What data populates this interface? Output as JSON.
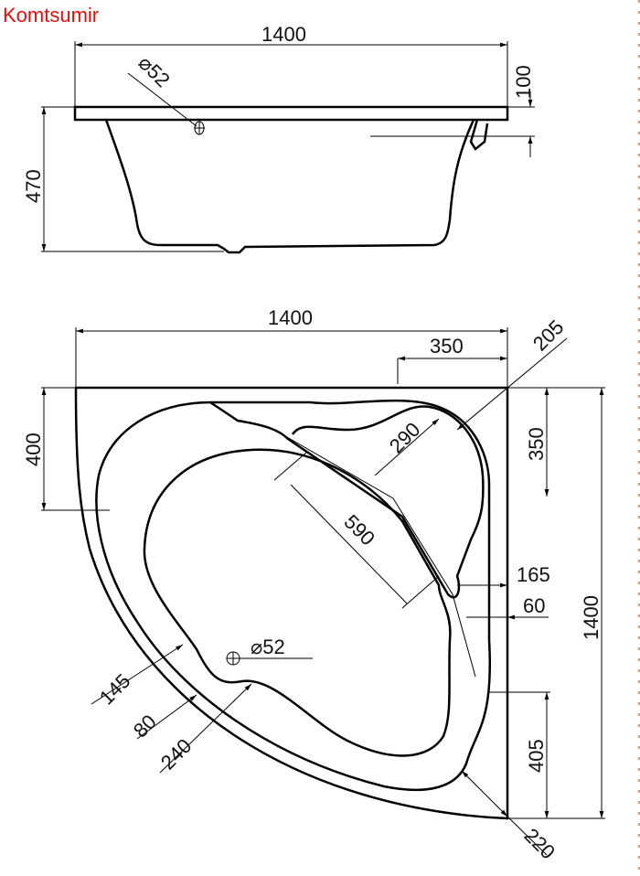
{
  "brand": "Komtsumir",
  "side_view": {
    "width": "1400",
    "rim_height": "100",
    "height": "470",
    "drain_diameter": "⌀52"
  },
  "plan_view": {
    "width": "1400",
    "height": "1400",
    "top_right_offset": "350",
    "corner_diagonal": "205",
    "left_offset": "400",
    "right_offset_top": "350",
    "seat_depth": "290",
    "inner_diagonal": "590",
    "rim_165": "165",
    "rim_60": "60",
    "drain_diameter": "⌀52",
    "d145": "145",
    "d80": "80",
    "d240": "240",
    "right_offset_bottom": "405",
    "bottom_corner": "220"
  }
}
